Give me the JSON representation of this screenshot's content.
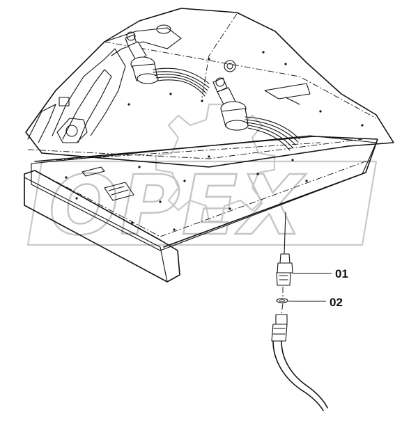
{
  "watermark": {
    "text": "OPEX"
  },
  "callouts": [
    {
      "id": "01"
    },
    {
      "id": "02"
    }
  ],
  "colors": {
    "line": "#111111",
    "watermark": "#c4c4c4",
    "background": "#ffffff"
  }
}
